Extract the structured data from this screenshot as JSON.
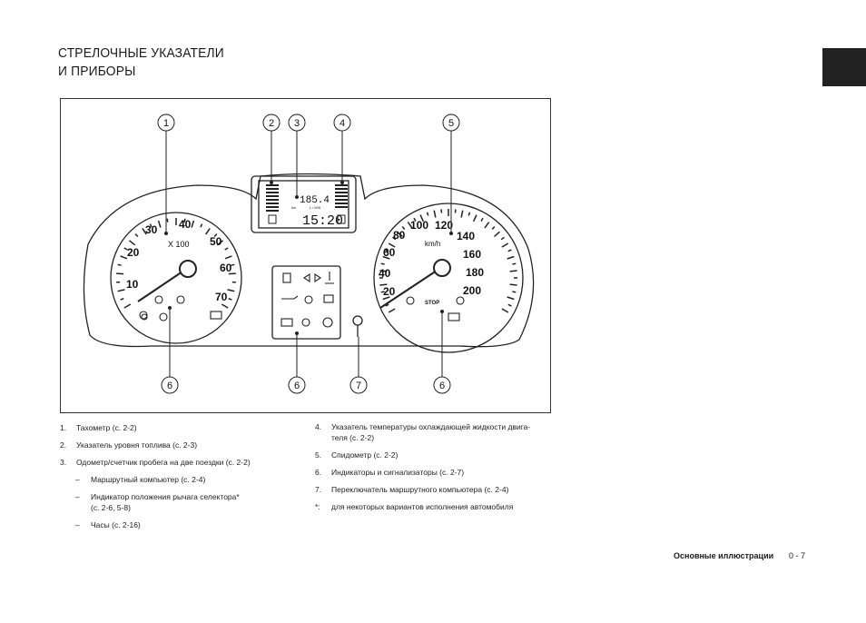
{
  "header": {
    "title_line1": "СТРЕЛОЧНЫЕ УКАЗАТЕЛИ",
    "title_line2": "И ПРИБОРЫ"
  },
  "figure": {
    "callouts": [
      "1",
      "2",
      "3",
      "4",
      "5",
      "6",
      "6",
      "7",
      "6"
    ],
    "tachometer": {
      "scales": [
        "10",
        "20",
        "30",
        "40",
        "50",
        "60",
        "70"
      ],
      "multiplier": "X 100"
    },
    "speedometer": {
      "scales": [
        "20",
        "40",
        "60",
        "80",
        "100",
        "120",
        "140",
        "160",
        "180",
        "200"
      ],
      "unit": "km/h",
      "stop_label": "STOP"
    },
    "display": {
      "odometer": "185.4",
      "clock": "15:20",
      "unit_km": "km",
      "unit_range": "L/100"
    }
  },
  "list_left": [
    {
      "num": "1.",
      "text": "Тахометр (с. 2-2)"
    },
    {
      "num": "2.",
      "text": "Указатель уровня топлива  (с. 2-3)"
    },
    {
      "num": "3.",
      "text": "Одометр/счетчик пробега на две поездки (с. 2-2)"
    }
  ],
  "list_left_sub": [
    {
      "dash": "–",
      "text": "Маршрутный компьютер (с. 2-4)"
    },
    {
      "dash": "–",
      "text": "Индикатор положения рычага селектора*",
      "text2": "(с. 2-6, 5-8)"
    },
    {
      "dash": "–",
      "text": "Часы (с. 2-16)"
    }
  ],
  "list_right": [
    {
      "num": "4.",
      "text": "Указатель температуры охлаждающей жидкости двига-",
      "text2": "теля (с. 2-2)"
    },
    {
      "num": "5.",
      "text": "Спидометр (с. 2-2)"
    },
    {
      "num": "6.",
      "text": "Индикаторы и сигнализаторы (с. 2-7)"
    },
    {
      "num": "7.",
      "text": "Переключатель маршрутного компьютера (с. 2-4)"
    },
    {
      "num": "*:",
      "text": "для некоторых вариантов исполнения автомобиля"
    }
  ],
  "footer": {
    "section": "Основные иллюстрации",
    "page": "0 - 7"
  }
}
